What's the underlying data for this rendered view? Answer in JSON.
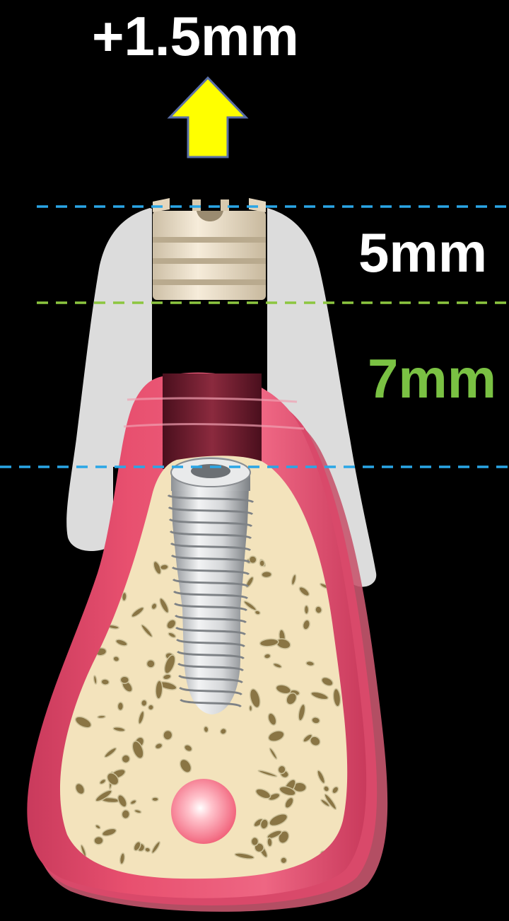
{
  "labels": {
    "raise": "+1.5mm",
    "upper_height": "5mm",
    "lower_height": "7mm"
  },
  "colors": {
    "background": "#000000",
    "arrow_fill": "#ffff00",
    "arrow_stroke": "#5a6fa8",
    "blue_guide": "#2aa6e6",
    "green_guide": "#8cc63f",
    "label_white": "#ffffff",
    "label_green": "#7ac143",
    "gum": "#e8506f",
    "gum_dark": "#b8385a",
    "bone": "#f3e3bc",
    "trabecular": "#8a7544",
    "guide_gray": "#dcdcdc",
    "abutment": "#efe2cc",
    "implant": "#c9ccd0",
    "nerve": "#ff8f9f"
  },
  "icons": {
    "arrow": "up-arrow-icon"
  }
}
